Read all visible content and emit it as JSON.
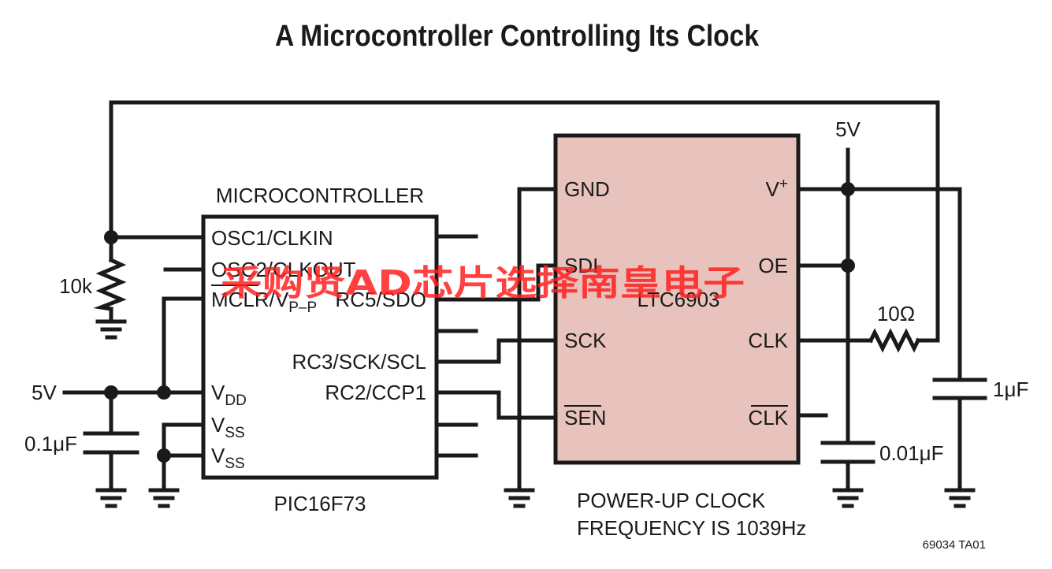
{
  "title": "A Microcontroller Controlling Its Clock",
  "figure_id": "69034 TA01",
  "watermark": "采购贤AD芯片选择南皇电子",
  "microcontroller": {
    "heading": "MICROCONTROLLER",
    "part": "PIC16F73",
    "left_pins": {
      "osc1": "OSC1/CLKIN",
      "osc2": "OSC2/CLKOUT",
      "mclr_main": "MCLR/V",
      "mclr_sub": "P–P",
      "vdd_main": "V",
      "vdd_sub": "DD",
      "vss1_main": "V",
      "vss1_sub": "SS",
      "vss2_main": "V",
      "vss2_sub": "SS"
    },
    "right_pins": {
      "rc5": "RC5/SDO",
      "rc3": "RC3/SCK/SCL",
      "rc2": "RC2/CCP1"
    }
  },
  "ltc": {
    "part": "LTC6903",
    "color": "#e8c2bc",
    "left_pins": {
      "gnd": "GND",
      "sdi": "SDI",
      "sck": "SCK",
      "sen": "SEN"
    },
    "right_pins": {
      "vplus_main": "V",
      "vplus_sup": "+",
      "oe": "OE",
      "clk": "CLK",
      "clk_bar": "CLK"
    }
  },
  "components": {
    "r_10k": "10k",
    "r_10ohm": "10Ω",
    "c_01uf": "0.1μF",
    "c_001uf": "0.01μF",
    "c_1uf": "1μF",
    "supply_left": "5V",
    "supply_right": "5V"
  },
  "note_line1": "POWER-UP CLOCK",
  "note_line2": "FREQUENCY IS 1039Hz"
}
